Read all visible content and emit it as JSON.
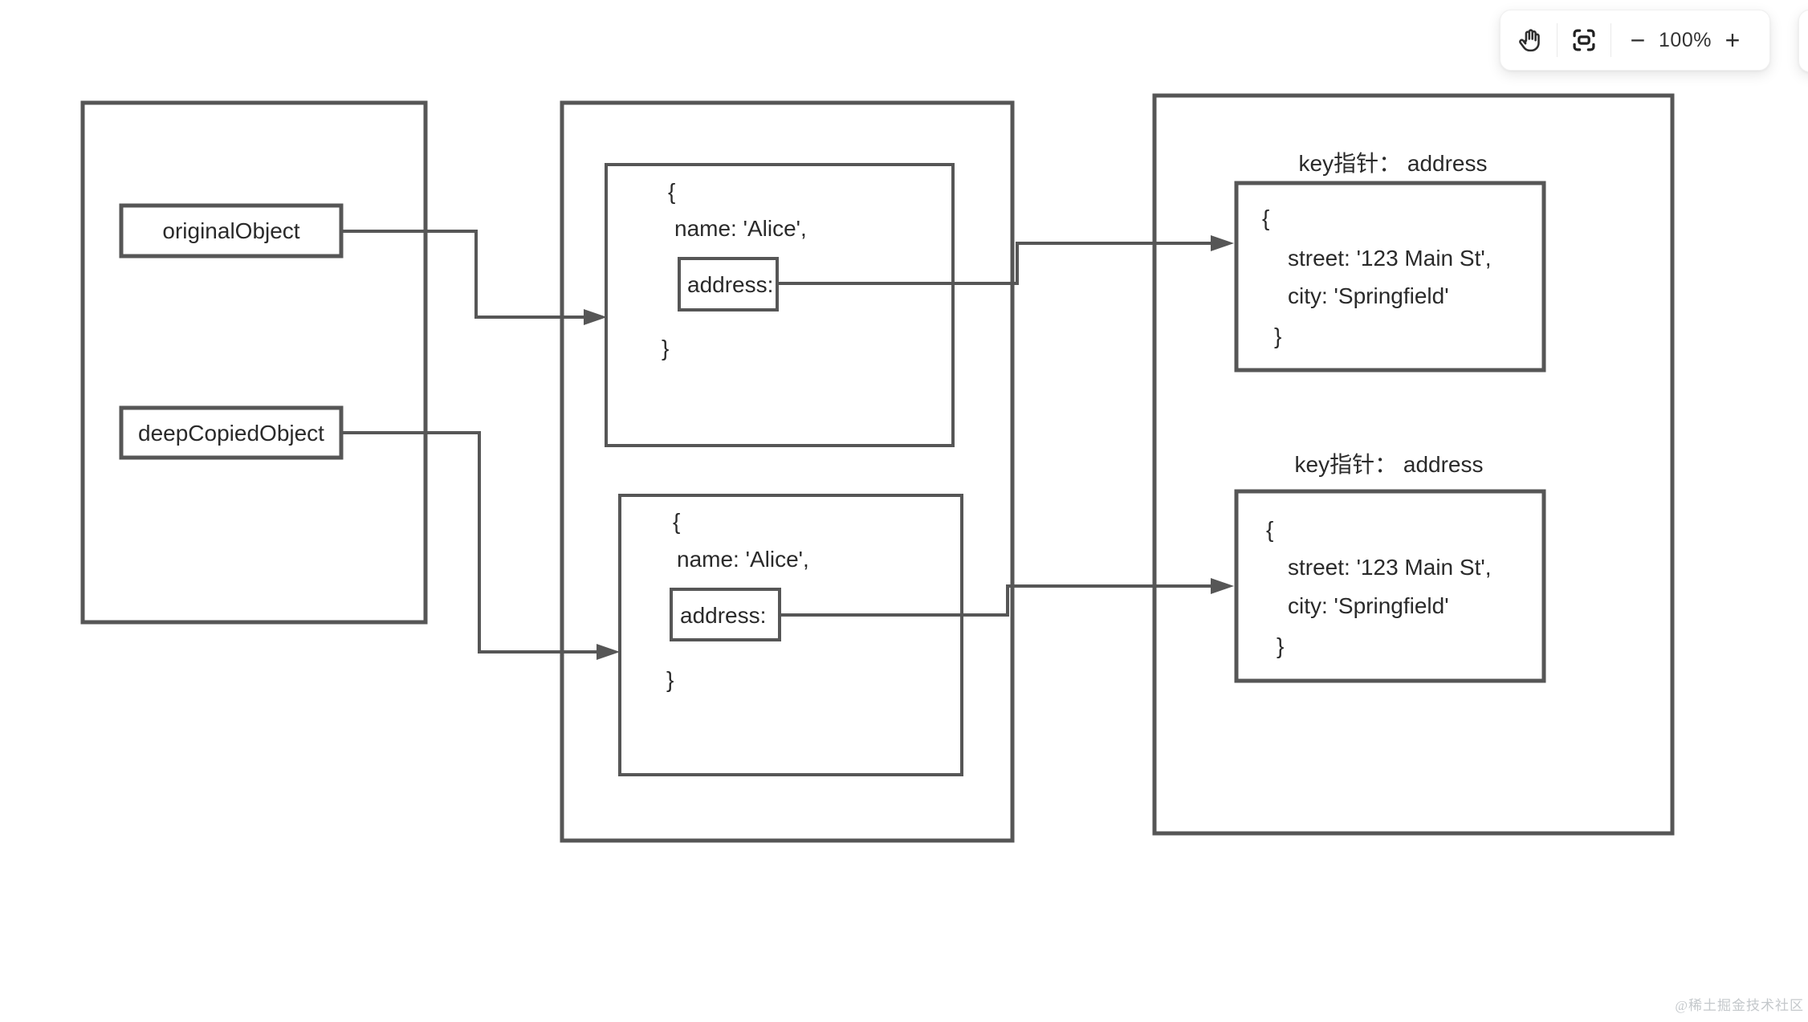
{
  "viewer": {
    "zoom_level": "100%",
    "zoom_out_glyph": "−",
    "zoom_in_glyph": "+",
    "icons": {
      "pan": "hand-icon",
      "fit": "fit-view-icon",
      "zoom_out": "minus-icon",
      "zoom_in": "plus-icon"
    }
  },
  "watermark": {
    "text": "@稀土掘金技术社区",
    "color": "#c4c8cb"
  },
  "diagram": {
    "colors": {
      "stroke": "#565656",
      "text": "#2a2a2a",
      "background": "#ffffff"
    },
    "heap_left": {
      "original_label": "originalObject",
      "deep_copied_label": "deepCopiedObject"
    },
    "object_top": {
      "open_brace": "{",
      "name_line": "name: 'Alice',",
      "address_key": "address:",
      "close_brace": "}"
    },
    "object_bottom": {
      "open_brace": "{",
      "name_line": "name: 'Alice',",
      "address_key": "address:",
      "close_brace": "}"
    },
    "pointer_top": {
      "label": "key指针： address",
      "open_brace": "{",
      "street_line": "street: '123 Main St',",
      "city_line": "city: 'Springfield'",
      "close_brace": "}"
    },
    "pointer_bottom": {
      "label": "key指针： address",
      "open_brace": "{",
      "street_line": "street: '123 Main St',",
      "city_line": "city: 'Springfield'",
      "close_brace": "}"
    }
  }
}
